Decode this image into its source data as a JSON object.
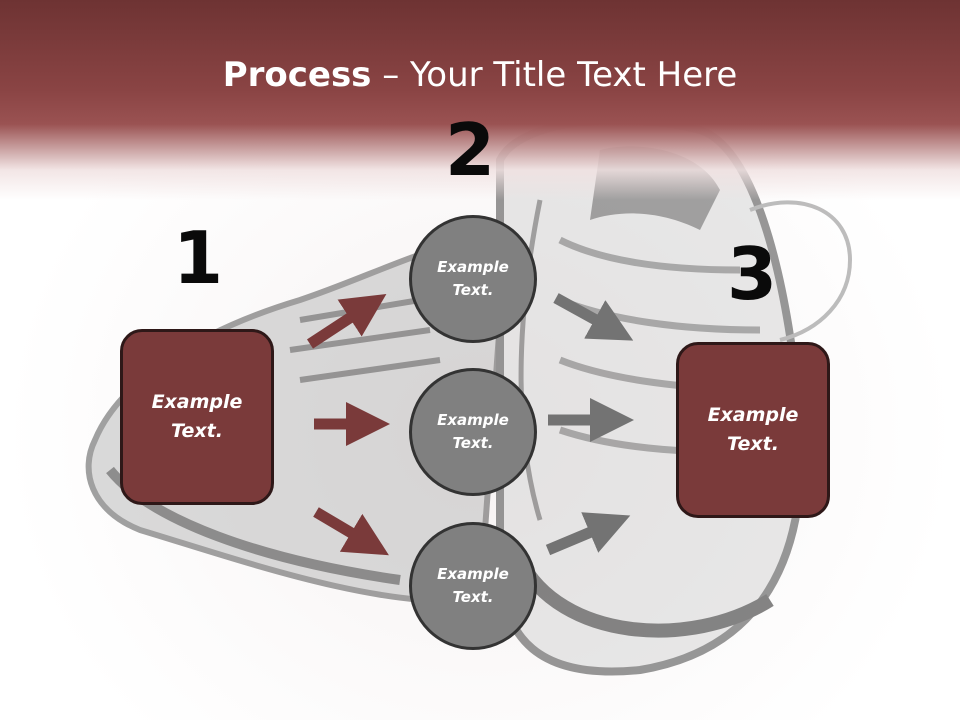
{
  "title": {
    "bold": "Process",
    "rest": " – Your Title Text Here"
  },
  "steps": [
    {
      "number": "1",
      "text_line1": "Example",
      "text_line2": "Text."
    },
    {
      "number": "2"
    },
    {
      "number": "3",
      "text_line1": "Example",
      "text_line2": "Text."
    }
  ],
  "circles": [
    {
      "line1": "Example",
      "line2": "Text."
    },
    {
      "line1": "Example",
      "line2": "Text."
    },
    {
      "line1": "Example",
      "line2": "Text."
    }
  ],
  "colors": {
    "header": "#8a4444",
    "box_fill": "#7a3a3a",
    "box_border": "#2e1818",
    "circle_fill": "#808080",
    "arrow_red": "#7a3a3a",
    "arrow_gray": "#707070"
  }
}
